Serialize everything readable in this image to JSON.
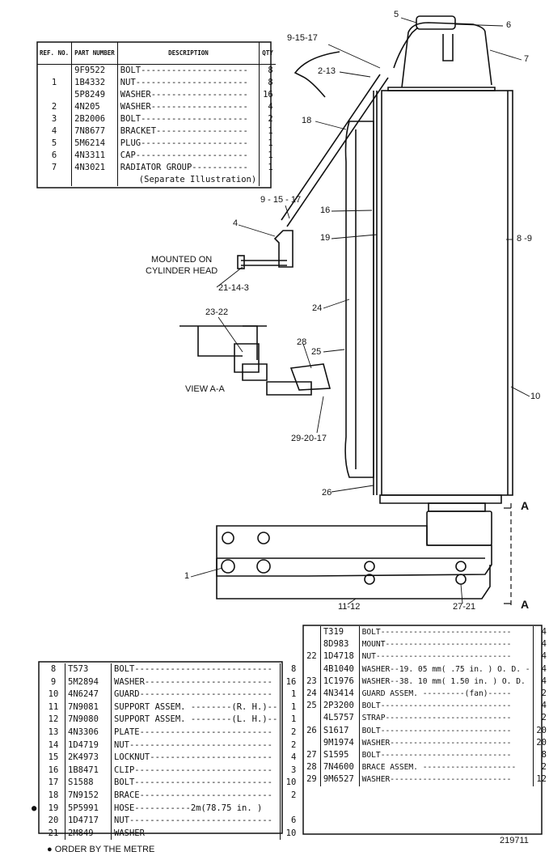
{
  "table1": {
    "headers": {
      "ref": "REF. NO.",
      "part": "PART NUMBER",
      "desc": "DESCRIPTION",
      "qty": "QTY"
    },
    "rows": [
      {
        "ref": "",
        "part": "9F9522",
        "desc": "BOLT---------------------",
        "qty": "8"
      },
      {
        "ref": "1",
        "part": "1B4332",
        "desc": "NUT----------------------",
        "qty": "8"
      },
      {
        "ref": "",
        "part": "5P8249",
        "desc": "WASHER-------------------",
        "qty": "16"
      },
      {
        "ref": "2",
        "part": "4N205",
        "desc": "WASHER-------------------",
        "qty": "4"
      },
      {
        "ref": "3",
        "part": "2B2006",
        "desc": "BOLT---------------------",
        "qty": "2"
      },
      {
        "ref": "4",
        "part": "7N8677",
        "desc": "BRACKET------------------",
        "qty": "1"
      },
      {
        "ref": "5",
        "part": "5M6214",
        "desc": "PLUG---------------------",
        "qty": "1"
      },
      {
        "ref": "6",
        "part": "4N3311",
        "desc": "CAP----------------------",
        "qty": "1"
      },
      {
        "ref": "7",
        "part": "4N3021",
        "desc": "RADIATOR GROUP-----------",
        "qty": "1"
      },
      {
        "ref": "",
        "part": "",
        "desc": "(Separate Illustration)",
        "qty": ""
      }
    ]
  },
  "table2": {
    "rows": [
      {
        "bullet": "",
        "ref": "8",
        "part": "T573",
        "desc": "BOLT---------------------------",
        "qty": "8"
      },
      {
        "bullet": "",
        "ref": "9",
        "part": "5M2894",
        "desc": "WASHER-------------------------",
        "qty": "16"
      },
      {
        "bullet": "",
        "ref": "10",
        "part": "4N6247",
        "desc": "GUARD--------------------------",
        "qty": "1"
      },
      {
        "bullet": "",
        "ref": "11",
        "part": "7N9081",
        "desc": "SUPPORT ASSEM. --------(R. H.)--",
        "qty": "1"
      },
      {
        "bullet": "",
        "ref": "12",
        "part": "7N9080",
        "desc": "SUPPORT ASSEM. --------(L. H.)--",
        "qty": "1"
      },
      {
        "bullet": "",
        "ref": "13",
        "part": "4N3306",
        "desc": "PLATE--------------------------",
        "qty": "2"
      },
      {
        "bullet": "",
        "ref": "14",
        "part": "1D4719",
        "desc": "NUT----------------------------",
        "qty": "2"
      },
      {
        "bullet": "",
        "ref": "15",
        "part": "2K4973",
        "desc": "LOCKNUT------------------------",
        "qty": "4"
      },
      {
        "bullet": "",
        "ref": "16",
        "part": "1B8471",
        "desc": "CLIP---------------------------",
        "qty": "3"
      },
      {
        "bullet": "",
        "ref": "17",
        "part": "S1588",
        "desc": "BOLT---------------------------",
        "qty": "10"
      },
      {
        "bullet": "",
        "ref": "18",
        "part": "7N9152",
        "desc": "BRACE--------------------------",
        "qty": "2"
      },
      {
        "bullet": "●",
        "ref": "19",
        "part": "5P5991",
        "desc": "HOSE-----------2m(78.75 in. )",
        "qty": ""
      },
      {
        "bullet": "",
        "ref": "20",
        "part": "1D4717",
        "desc": "NUT----------------------------",
        "qty": "6"
      },
      {
        "bullet": "",
        "ref": "21",
        "part": "2M849",
        "desc": "WASHER-------------------------",
        "qty": "10"
      }
    ]
  },
  "table3": {
    "rows": [
      {
        "ref": "",
        "part": "T319",
        "desc": "BOLT----------------------------",
        "qty": "4"
      },
      {
        "ref": "",
        "part": "8D983",
        "desc": "MOUNT---------------------------",
        "qty": "4"
      },
      {
        "ref": "22",
        "part": "1D4718",
        "desc": "NUT-----------------------------",
        "qty": "4"
      },
      {
        "ref": "",
        "part": "4B1040",
        "desc": "WASHER--19. 05 mm( .75 in. ) O. D. -",
        "qty": "4"
      },
      {
        "ref": "23",
        "part": "1C1976",
        "desc": "WASHER--38. 10 mm( 1.50 in. ) O. D.",
        "qty": "4"
      },
      {
        "ref": "24",
        "part": "4N3414",
        "desc": "GUARD ASSEM. ---------(fan)-----",
        "qty": "2"
      },
      {
        "ref": "25",
        "part": "2P3200",
        "desc": "BOLT----------------------------",
        "qty": "4"
      },
      {
        "ref": "",
        "part": "4L5757",
        "desc": "STRAP---------------------------",
        "qty": "2"
      },
      {
        "ref": "26",
        "part": "S1617",
        "desc": "BOLT----------------------------",
        "qty": "20"
      },
      {
        "ref": "",
        "part": "9M1974",
        "desc": "WASHER--------------------------",
        "qty": "20"
      },
      {
        "ref": "27",
        "part": "S1595",
        "desc": "BOLT----------------------------",
        "qty": "8"
      },
      {
        "ref": "28",
        "part": "7N4600",
        "desc": "BRACE ASSEM. --------------------",
        "qty": "2"
      },
      {
        "ref": "29",
        "part": "9M6527",
        "desc": "WASHER--------------------------",
        "qty": "12"
      }
    ]
  },
  "callouts": {
    "c5": "5",
    "c6": "6",
    "c7": "7",
    "c9_15_17a": "9-15-17",
    "c2_13": "2-13",
    "c18": "18",
    "c9_15_17b": "9 - 15 - 17",
    "c16": "16",
    "c4": "4",
    "c19": "19",
    "c8_9": "8 -9",
    "c21_14_3": "21-14-3",
    "c24": "24",
    "c23_22": "23-22",
    "c28": "28",
    "c25": "25",
    "c10": "10",
    "c29_20_17": "29-20-17",
    "c26": "26",
    "c1": "1",
    "c11_12": "11-12",
    "c27_21": "27-21",
    "cA1": "A",
    "cA2": "A"
  },
  "mounted_note": "MOUNTED ON\nCYLINDER HEAD",
  "view_label": "VIEW A-A",
  "footnote": "ORDER BY THE METRE",
  "figure_number": "219711"
}
